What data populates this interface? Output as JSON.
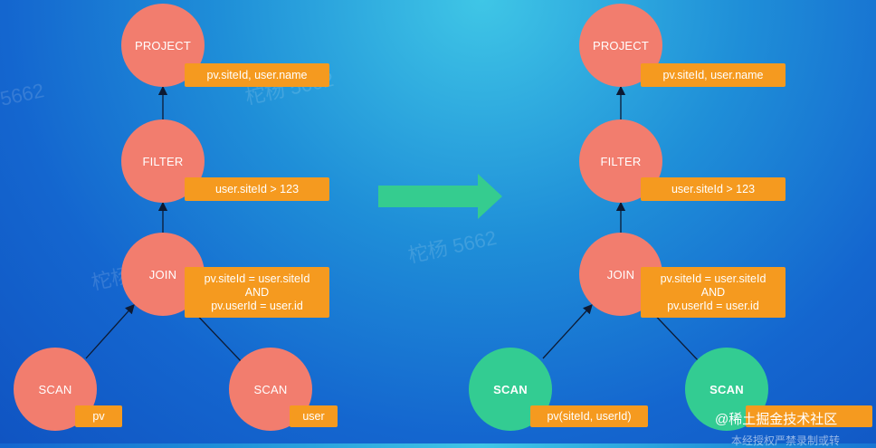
{
  "left_plan": {
    "project": {
      "name": "PROJECT",
      "label": "pv.siteId, user.name"
    },
    "filter": {
      "name": "FILTER",
      "label": "user.siteId > 123"
    },
    "join": {
      "name": "JOIN",
      "label": "pv.siteId = user.siteId\nAND\npv.userId = user.id"
    },
    "scan_pv": {
      "name": "SCAN",
      "label": "pv"
    },
    "scan_user": {
      "name": "SCAN",
      "label": "user"
    }
  },
  "right_plan": {
    "project": {
      "name": "PROJECT",
      "label": "pv.siteId, user.name"
    },
    "filter": {
      "name": "FILTER",
      "label": "user.siteId > 123"
    },
    "join": {
      "name": "JOIN",
      "label": "pv.siteId = user.siteId\nAND\npv.userId = user.id"
    },
    "scan_pv": {
      "name": "SCAN",
      "label": "pv(siteId, userId)"
    },
    "scan_user": {
      "name": "SCAN",
      "label": ""
    }
  },
  "colors": {
    "node_default": "#f27d6e",
    "node_optimized": "#33cc92",
    "label_bg": "#f59a1f",
    "transform_arrow": "#35cc8f"
  },
  "watermarks": [
    "柁杨 5662",
    "柁杨 5662",
    "柁杨 5662",
    "5662"
  ],
  "footer": {
    "site_badge": "@稀土掘金技术社区",
    "bottom_text": "本经授权严禁录制或转"
  }
}
